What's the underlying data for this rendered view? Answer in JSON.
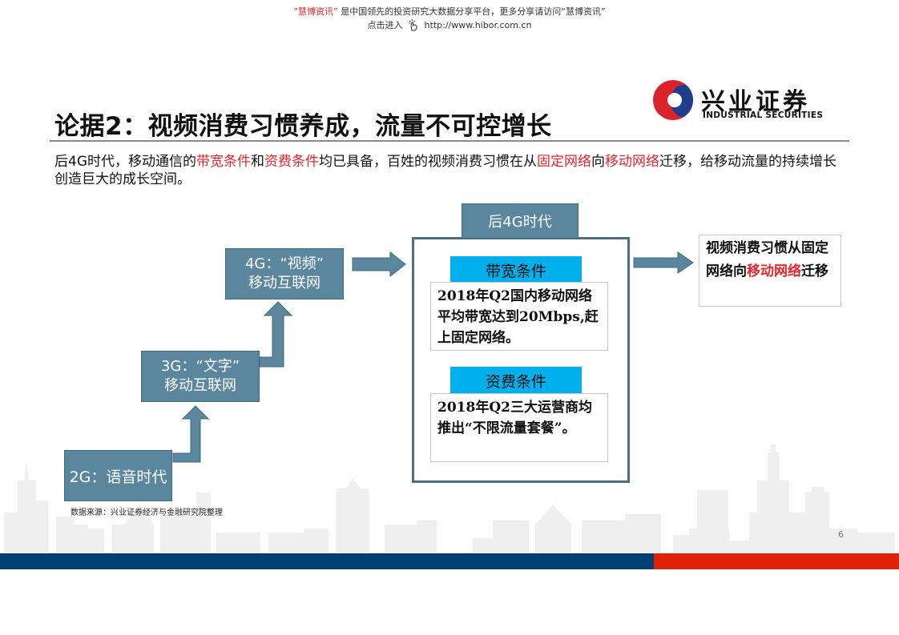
{
  "banner": {
    "brand_quoted": "“慧博资讯”",
    "line1_rest": "是中国领先的投资研究大数据分享平台，更多分享请访问“慧博资讯”",
    "line2_prefix": "点击进入",
    "line2_url": "http://www.hibor.com.cn",
    "hand_icon": "pointer-hand-icon"
  },
  "logo": {
    "cn": "兴业证券",
    "en": "INDUSTRIAL SECURITIES",
    "colors": {
      "red": "#d9232a",
      "blue": "#1f3d8a"
    }
  },
  "slide": {
    "title": "论据2：视频消费习惯养成，流量不可控增长",
    "intro": {
      "p1": "后4G时代，移动通信的",
      "h1": "带宽条件",
      "p2": "和",
      "h2": "资费条件",
      "p3": "均已具备，百姓的视频消费习惯在从",
      "h3": "固定网络",
      "p4": "向",
      "h4": "移动网络",
      "p5": "迁移，给移动流量的持续增长创造巨大的成长空间。"
    },
    "page_number": "6",
    "source": "数据来源：兴业证券经济与金融研究院整理"
  },
  "diagram": {
    "stage_2g": "2G：语音时代",
    "stage_3g_line1": "3G：“文字”",
    "stage_3g_line2": "移动互联网",
    "stage_4g_line1": "4G：“视频”",
    "stage_4g_line2": "移动互联网",
    "post_4g_tab": "后4G时代",
    "bandwidth_head": "带宽条件",
    "bandwidth_text": "2018年Q2国内移动网络平均带宽达到20Mbps,赶上固定网络。",
    "fee_head": "资费条件",
    "fee_text": "2018年Q2三大运营商均推出“不限流量套餐”。",
    "result": {
      "p1": "视频消费习惯从固定网络向",
      "h1": "移动网络",
      "p2": "迁移"
    },
    "colors": {
      "steel": "#5b879e",
      "cyan": "#00b0ec",
      "highlight_red": "#e8262b",
      "frame": "#4d6d80"
    }
  },
  "footer": {
    "blue": "#003f72",
    "red": "#e02308"
  }
}
